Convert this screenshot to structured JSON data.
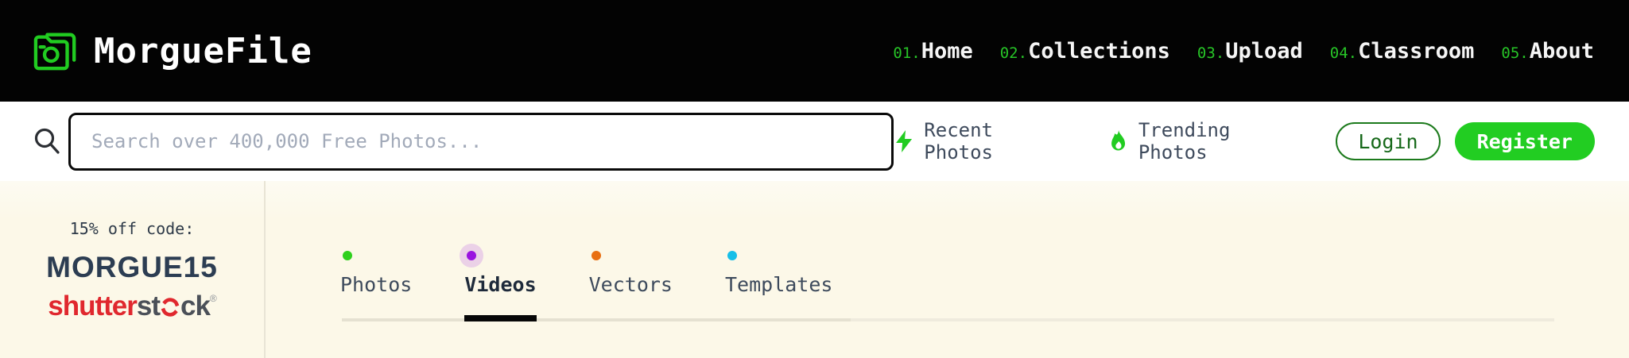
{
  "header": {
    "logo_text": "MorgueFile",
    "nav": [
      {
        "num": "01.",
        "label": "Home"
      },
      {
        "num": "02.",
        "label": "Collections"
      },
      {
        "num": "03.",
        "label": "Upload"
      },
      {
        "num": "04.",
        "label": "Classroom"
      },
      {
        "num": "05.",
        "label": "About"
      }
    ]
  },
  "searchbar": {
    "placeholder": "Search over 400,000 Free Photos...",
    "value": "",
    "quicklinks": [
      {
        "icon": "lightning-icon",
        "label": "Recent Photos"
      },
      {
        "icon": "flame-icon",
        "label": "Trending Photos"
      }
    ],
    "login_label": "Login",
    "register_label": "Register"
  },
  "sidebar": {
    "promo_text": "15% off code:",
    "promo_code": "MORGUE15",
    "brand_part1": "shutter",
    "brand_part2": "st",
    "brand_part3": "ck",
    "brand_registered": "®"
  },
  "tabs": [
    {
      "label": "Photos",
      "dot_color": "#2ed01c",
      "active": false
    },
    {
      "label": "Videos",
      "dot_color": "#9a14e0",
      "active": true
    },
    {
      "label": "Vectors",
      "dot_color": "#e86f12",
      "active": false
    },
    {
      "label": "Templates",
      "dot_color": "#16bfe8",
      "active": false
    }
  ],
  "colors": {
    "accent_green": "#22cd22",
    "dark_green": "#17691a",
    "topbar_bg": "#030303",
    "cream_bg": "#fcf8e8",
    "slate_text": "#3e4a5c",
    "brand_red": "#e0282e",
    "brand_gray": "#4b5058",
    "active_halo": "#eed7f3"
  }
}
